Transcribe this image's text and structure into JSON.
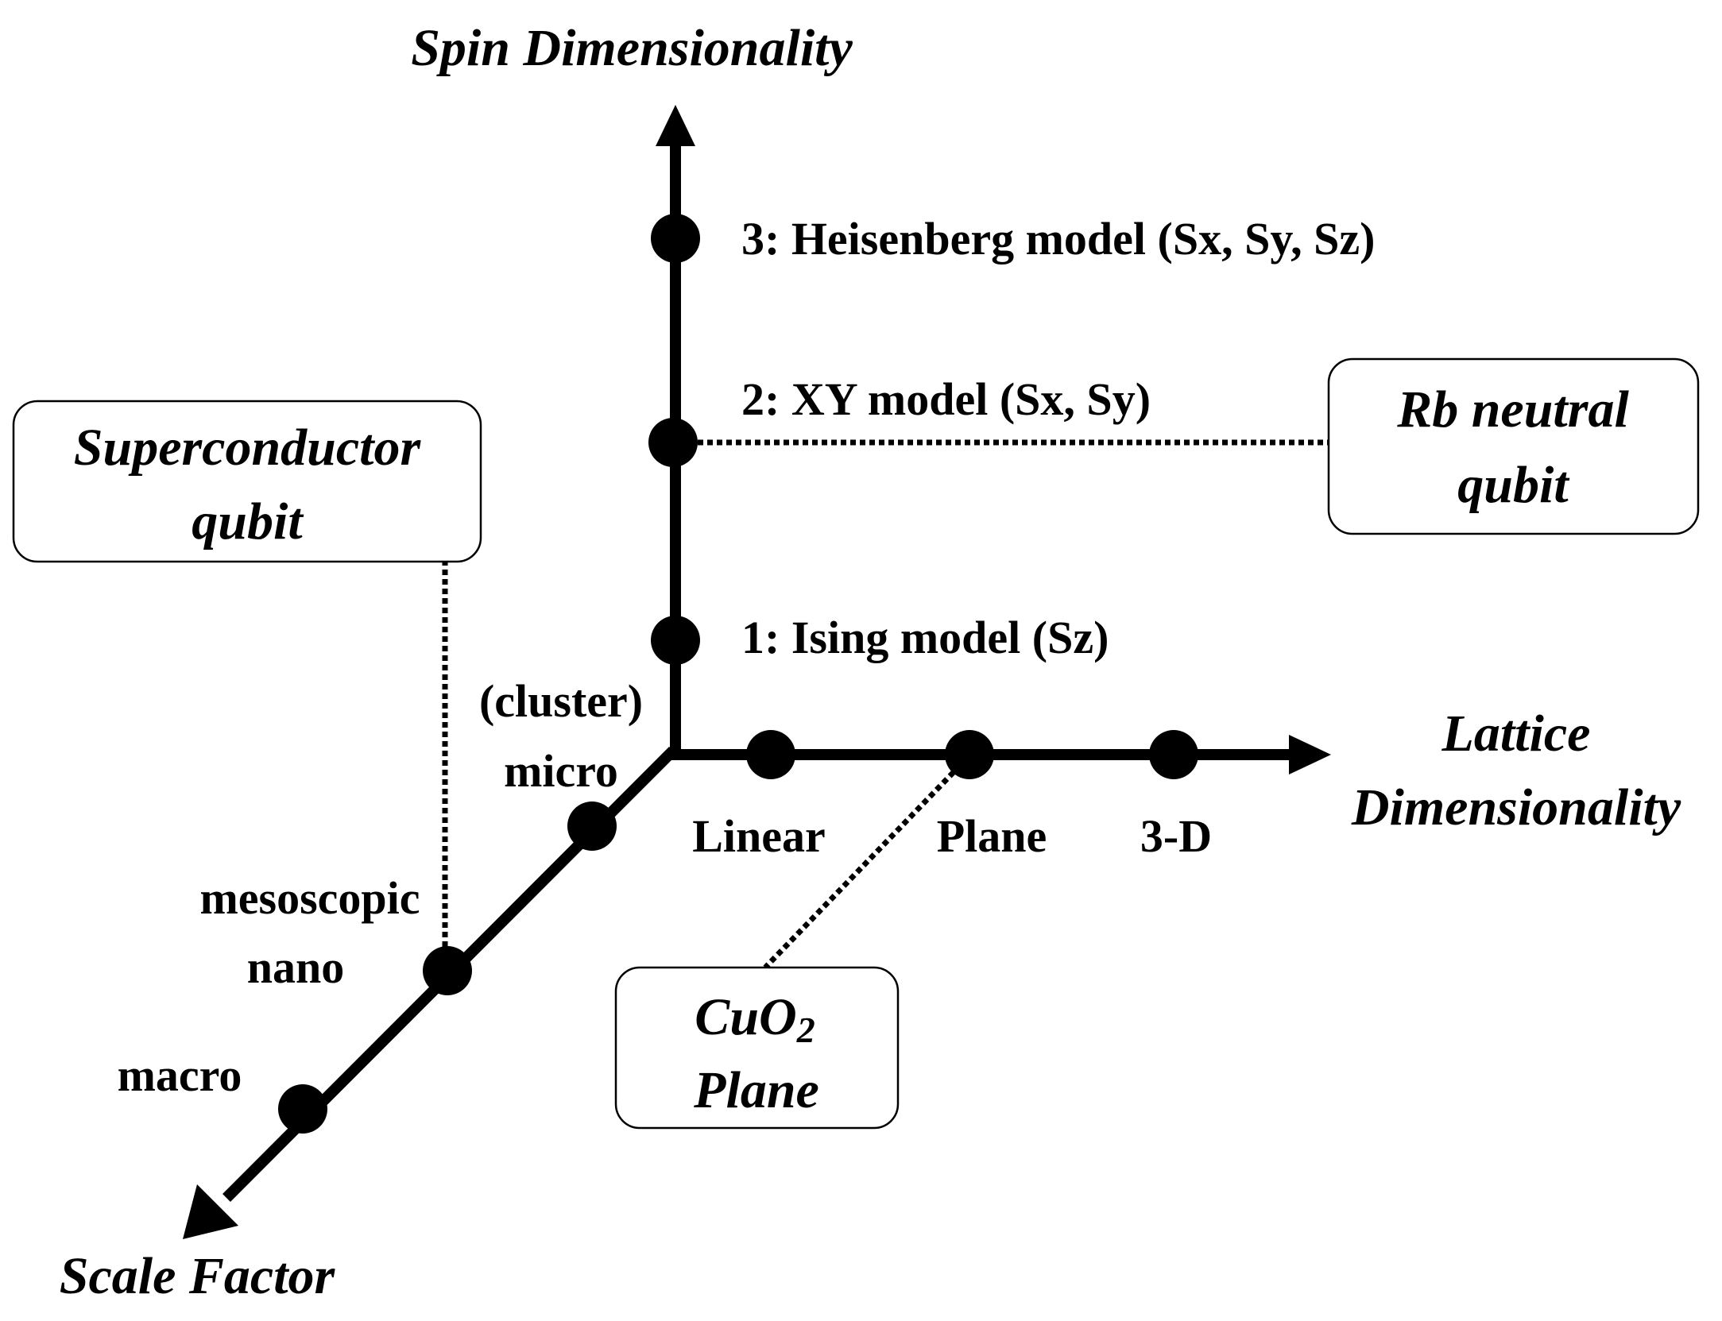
{
  "axes": {
    "spin": {
      "title": "Spin Dimensionality",
      "levels": [
        {
          "label": "3: Heisenberg model (Sx, Sy, Sz)"
        },
        {
          "label": "2: XY model (Sx, Sy)"
        },
        {
          "label": "1: Ising model (Sz)"
        }
      ]
    },
    "lattice": {
      "title_line1": "Lattice",
      "title_line2": "Dimensionality",
      "levels": [
        {
          "label": "Linear"
        },
        {
          "label": "Plane"
        },
        {
          "label": "3-D"
        }
      ]
    },
    "scale": {
      "title": "Scale Factor",
      "levels": [
        {
          "label_line1": "(cluster)",
          "label_line2": "micro"
        },
        {
          "label_line1": "mesoscopic",
          "label_line2": "nano"
        },
        {
          "label_line1": "macro"
        }
      ]
    }
  },
  "callouts": {
    "superconductor": {
      "line1": "Superconductor",
      "line2": "qubit"
    },
    "rb": {
      "line1": "Rb neutral",
      "line2": "qubit"
    },
    "cuo2": {
      "line1_main": "CuO",
      "line1_sub": "2",
      "line2": "Plane"
    }
  },
  "colors": {
    "ink": "#000000",
    "background": "#ffffff"
  }
}
